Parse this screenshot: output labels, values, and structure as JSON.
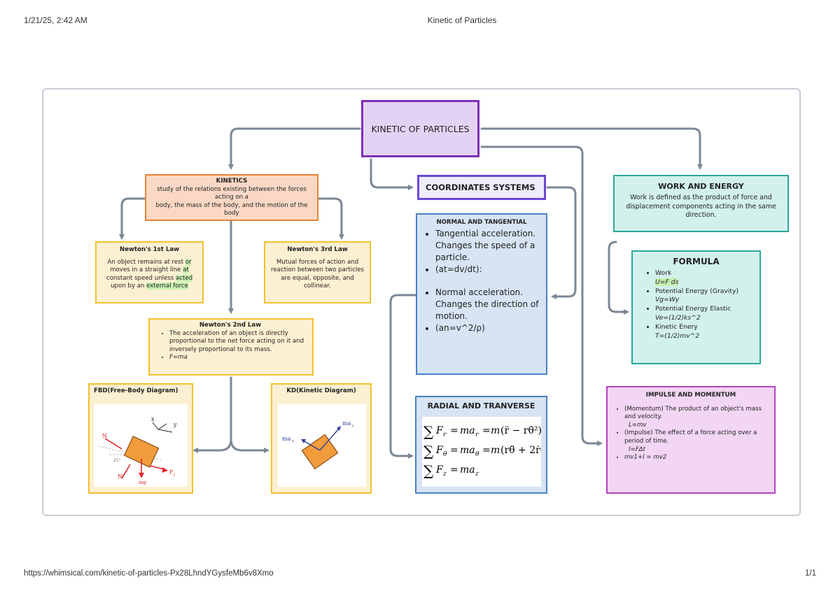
{
  "header": {
    "datetime": "1/21/25, 2:42 AM",
    "title": "Kinetic of Particles"
  },
  "footer": {
    "url": "https://whimsical.com/kinetic-of-particles-Px28LhndYGysfeMb6v8Xmo",
    "page": "1/1"
  },
  "colors": {
    "root": "#7e2fb6",
    "orange": "#e88437",
    "yellow": "#f2c12e",
    "blue": "#4a7fc1",
    "purple_border": "#6c47d8",
    "teal": "#2aa89a",
    "magenta": "#b442c2",
    "connector": "#7b8795"
  },
  "root": {
    "label": "KINETIC OF PARTICLES"
  },
  "kinetics": {
    "title": "KINETICS",
    "lines": [
      "study of the relations existing between the forces acting on a",
      "body, the mass of the body, and the motion of the body"
    ]
  },
  "newton1": {
    "title": "Newton's 1st Law",
    "parts": [
      "An object remains at rest ",
      "or",
      " moves in a straight line ",
      "at",
      " constant speed unless ",
      "acted",
      " upon by an ",
      "external force"
    ]
  },
  "newton3": {
    "title": "Newton's 3rd Law",
    "text": "Mutual forces of action and reaction between two particles are equal, opposite, and collinear."
  },
  "newton2": {
    "title": "Newton's 2nd Law",
    "bullets": [
      "The acceleration of an object is directly proportional to the net force acting on it and inversely proportional to its mass.",
      "F=ma"
    ]
  },
  "fbd": {
    "title": "FBD(Free-Body Diagram)",
    "labels": {
      "n": "N",
      "x": "x",
      "y": "y",
      "angle": "25°",
      "mg": "mg",
      "fr": "F",
      "fr_sub": "f",
      "n2": "N"
    }
  },
  "kd": {
    "title": "KD(Kinetic Diagram)",
    "labels": {
      "ma": "ma",
      "may_sub": "y",
      "max_sub": "x"
    }
  },
  "coords": {
    "title": "COORDINATES SYSTEMS"
  },
  "normal_tangential": {
    "title": "NORMAL AND TANGENTIAL",
    "bullets": [
      "Tangential acceleration. Changes the speed of a particle.",
      "(at=dv/dt):",
      "Normal acceleration. Changes the direction of motion.",
      "(an=v^2/ρ)"
    ]
  },
  "radial": {
    "title": "RADIAL AND TRANVERSE",
    "eq_labels": [
      "F",
      "ma",
      "m",
      "F",
      "ma",
      "m",
      "F",
      "ma"
    ],
    "subs": [
      "r",
      "r",
      "θ",
      "θ",
      "z",
      "z"
    ]
  },
  "work": {
    "title": "WORK AND ENERGY",
    "text": "Work is defined as the product of force and displacement components acting in the same direction."
  },
  "formula": {
    "title": "FORMULA",
    "items": [
      {
        "label": "Work",
        "eq": "U=F ds"
      },
      {
        "label": "Potential Energy (Gravity)",
        "eq": "Vg=Wy"
      },
      {
        "label": "Potential Energy Elastic",
        "eq": "Ve=(1/2)ks^2"
      },
      {
        "label": "Kinetic Enery",
        "eq": "T=(1/2)mv^2"
      }
    ]
  },
  "impulse": {
    "title": "IMPULSE AND MOMENTUM",
    "bullets": [
      {
        "text": "(Momentum) The product of an object's mass and velocity.",
        "eq": "L=mv"
      },
      {
        "text": "(Impulse) The effect of a force acting over a period of time.",
        "eq": "I=FΔt"
      },
      {
        "text": "mv1+I = mv2",
        "eq": ""
      }
    ]
  }
}
